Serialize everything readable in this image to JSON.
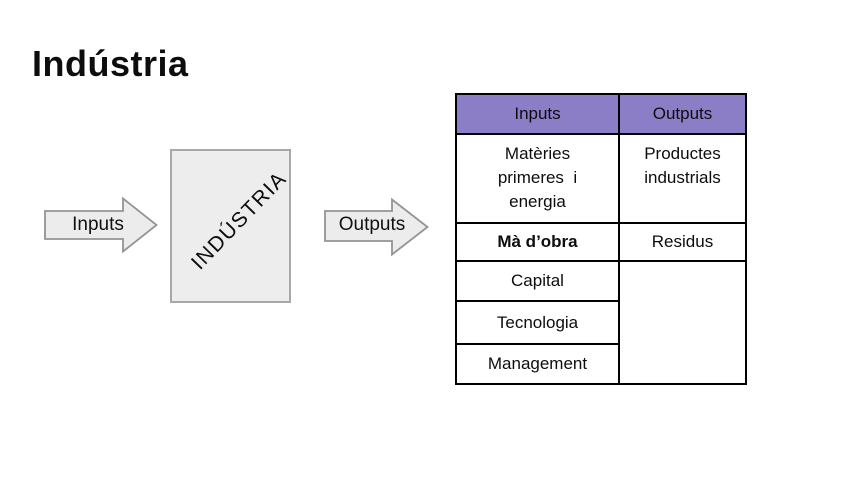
{
  "slide": {
    "title": "Indústria",
    "background_color": "#ffffff"
  },
  "diagram": {
    "input_arrow_label": "Inputs",
    "output_arrow_label": "Outputs",
    "industry_box_label": "INDÚSTRIA",
    "arrow_fill": "#ececec",
    "arrow_border": "#949494",
    "box_fill": "#ededed",
    "box_border": "#a8a8a8"
  },
  "table": {
    "header_bg": "#8b7ec7",
    "border_color": "#000000",
    "header": {
      "inputs": "Inputs",
      "outputs": "Outputs"
    },
    "rows": [
      {
        "input": "Matèries\nprimeres  i\nenergia",
        "output": "Productes\nindustrials"
      },
      {
        "input": "Mà d’obra",
        "output": "Residus"
      },
      {
        "input": "Capital"
      },
      {
        "input": "Tecnologia"
      },
      {
        "input": "Management"
      }
    ],
    "merged_output_cell": ""
  }
}
